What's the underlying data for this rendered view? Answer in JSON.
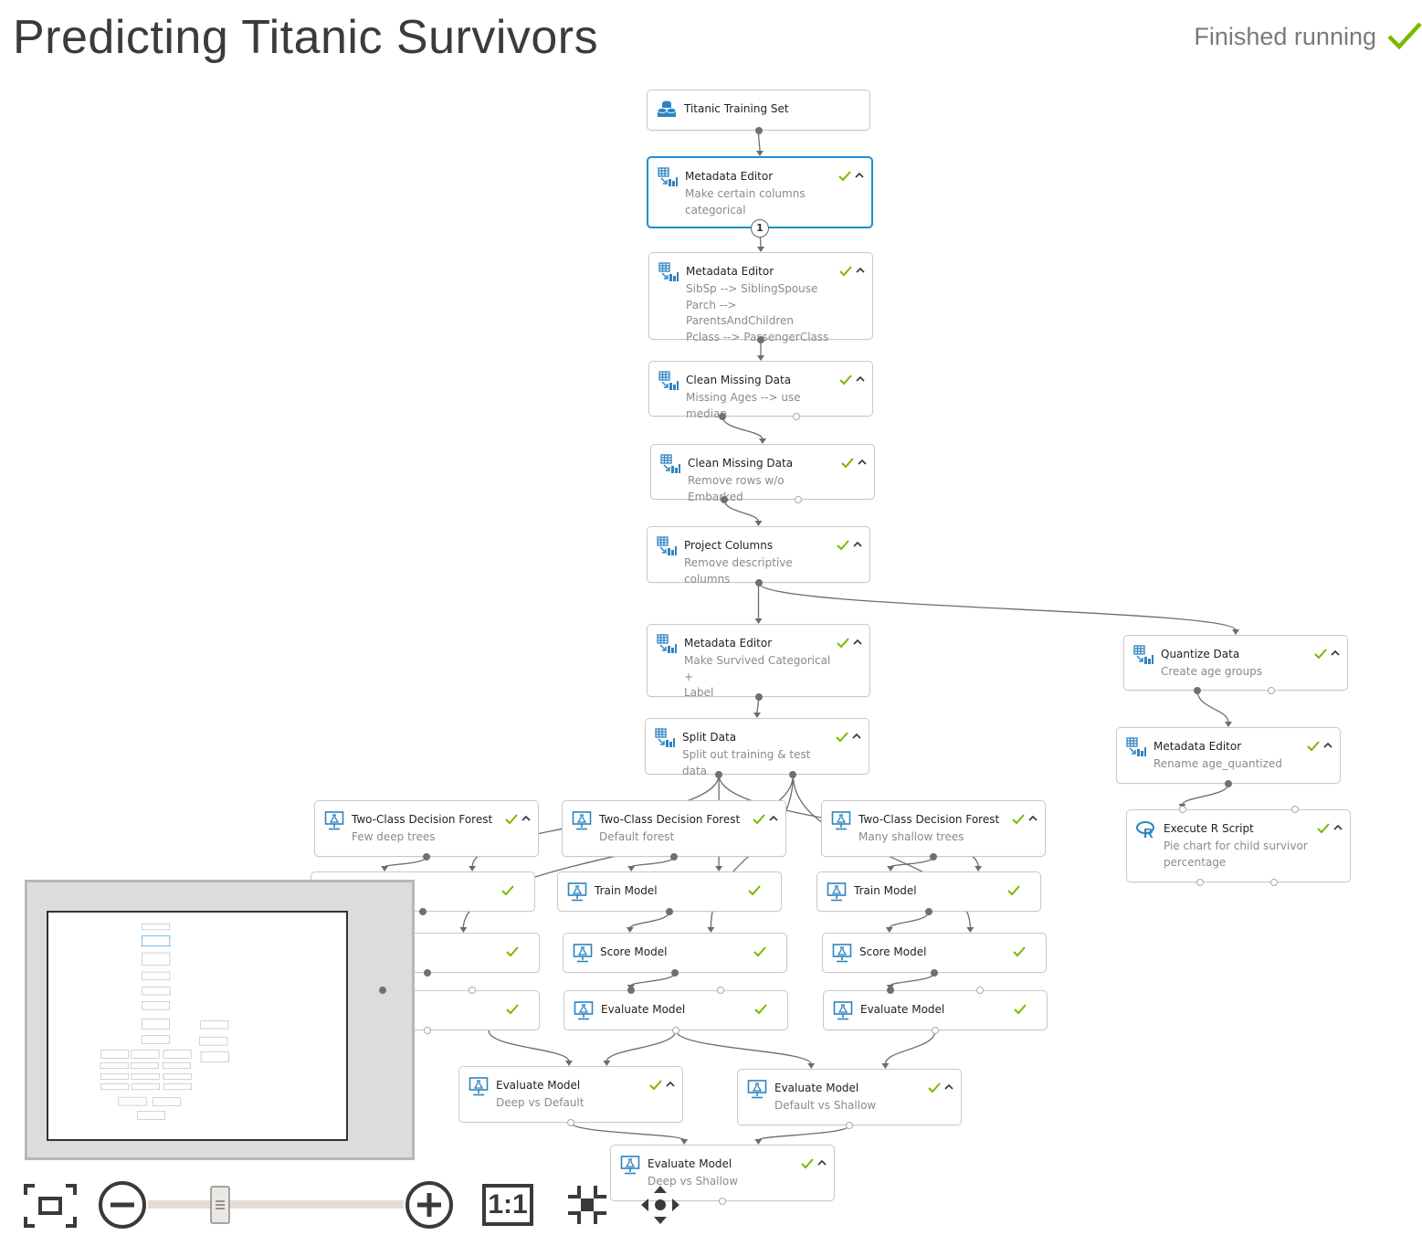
{
  "header": {
    "title": "Predicting Titanic Survivors",
    "status_text": "Finished running"
  },
  "colors": {
    "accent_blue": "#1e8fd5",
    "check_green": "#7ab800",
    "module_icon": "#2e84c2"
  },
  "modules": [
    {
      "id": "m1",
      "icon": "dataset-icon",
      "title": "Titanic Training Set",
      "subtitle": [],
      "check": false,
      "collapse": false,
      "selected": false
    },
    {
      "id": "m2",
      "icon": "transform-icon",
      "title": "Metadata Editor",
      "subtitle": [
        "Make certain columns",
        "categorical"
      ],
      "check": true,
      "collapse": true,
      "selected": true,
      "badge": "1"
    },
    {
      "id": "m3",
      "icon": "transform-icon",
      "title": "Metadata Editor",
      "subtitle": [
        "SibSp --> SiblingSpouse",
        "Parch --> ParentsAndChildren",
        "Pclass --> PassengerClass"
      ],
      "check": true,
      "collapse": true,
      "selected": false
    },
    {
      "id": "m4",
      "icon": "transform-icon",
      "title": "Clean Missing Data",
      "subtitle": [
        "Missing Ages --> use median"
      ],
      "check": true,
      "collapse": true,
      "selected": false
    },
    {
      "id": "m5",
      "icon": "transform-icon",
      "title": "Clean Missing Data",
      "subtitle": [
        "Remove rows w/o Embarked"
      ],
      "check": true,
      "collapse": true,
      "selected": false
    },
    {
      "id": "m6",
      "icon": "transform-icon",
      "title": "Project Columns",
      "subtitle": [
        "Remove descriptive columns"
      ],
      "check": true,
      "collapse": true,
      "selected": false
    },
    {
      "id": "m7",
      "icon": "transform-icon",
      "title": "Metadata Editor",
      "subtitle": [
        "Make Survived Categorical +",
        "Label"
      ],
      "check": true,
      "collapse": true,
      "selected": false
    },
    {
      "id": "m8",
      "icon": "transform-icon",
      "title": "Split Data",
      "subtitle": [
        "Split out training & test data"
      ],
      "check": true,
      "collapse": true,
      "selected": false
    },
    {
      "id": "m9",
      "icon": "transform-icon",
      "title": "Quantize Data",
      "subtitle": [
        "Create age groups"
      ],
      "check": true,
      "collapse": true,
      "selected": false
    },
    {
      "id": "m10",
      "icon": "transform-icon",
      "title": "Metadata Editor",
      "subtitle": [
        "Rename age_quantized"
      ],
      "check": true,
      "collapse": true,
      "selected": false
    },
    {
      "id": "m11",
      "icon": "r-script-icon",
      "title": "Execute R Script",
      "subtitle": [
        "Pie chart for child survivor",
        "percentage"
      ],
      "check": true,
      "collapse": true,
      "selected": false
    },
    {
      "id": "m12",
      "icon": "model-icon",
      "title": "Two-Class Decision Forest",
      "subtitle": [
        "Few deep trees"
      ],
      "check": true,
      "collapse": true,
      "selected": false
    },
    {
      "id": "m13",
      "icon": "model-icon",
      "title": "Two-Class Decision Forest",
      "subtitle": [
        "Default forest"
      ],
      "check": true,
      "collapse": true,
      "selected": false
    },
    {
      "id": "m14",
      "icon": "model-icon",
      "title": "Two-Class Decision Forest",
      "subtitle": [
        "Many shallow trees"
      ],
      "check": true,
      "collapse": true,
      "selected": false
    },
    {
      "id": "m15",
      "icon": "model-icon",
      "title": "",
      "subtitle": [],
      "check": true,
      "collapse": false,
      "selected": false
    },
    {
      "id": "m16",
      "icon": "model-icon",
      "title": "Train Model",
      "subtitle": [],
      "check": true,
      "collapse": false,
      "selected": false
    },
    {
      "id": "m17",
      "icon": "model-icon",
      "title": "Train Model",
      "subtitle": [],
      "check": true,
      "collapse": false,
      "selected": false
    },
    {
      "id": "m18",
      "icon": "model-icon",
      "title": "",
      "subtitle": [],
      "check": true,
      "collapse": false,
      "selected": false
    },
    {
      "id": "m19",
      "icon": "model-icon",
      "title": "Score Model",
      "subtitle": [],
      "check": true,
      "collapse": false,
      "selected": false
    },
    {
      "id": "m20",
      "icon": "model-icon",
      "title": "Score Model",
      "subtitle": [],
      "check": true,
      "collapse": false,
      "selected": false
    },
    {
      "id": "m21",
      "icon": "model-icon",
      "title": "del",
      "subtitle": [],
      "check": true,
      "collapse": false,
      "selected": false
    },
    {
      "id": "m22",
      "icon": "model-icon",
      "title": "Evaluate Model",
      "subtitle": [],
      "check": true,
      "collapse": false,
      "selected": false
    },
    {
      "id": "m23",
      "icon": "model-icon",
      "title": "Evaluate Model",
      "subtitle": [],
      "check": true,
      "collapse": false,
      "selected": false
    },
    {
      "id": "m24",
      "icon": "model-icon",
      "title": "Evaluate Model",
      "subtitle": [
        "Deep vs Default"
      ],
      "check": true,
      "collapse": true,
      "selected": false
    },
    {
      "id": "m25",
      "icon": "model-icon",
      "title": "Evaluate Model",
      "subtitle": [
        "Default vs Shallow"
      ],
      "check": true,
      "collapse": true,
      "selected": false
    },
    {
      "id": "m26",
      "icon": "model-icon",
      "title": "Evaluate Model",
      "subtitle": [
        "Deep vs Shallow"
      ],
      "check": true,
      "collapse": true,
      "selected": false
    }
  ],
  "toolbar": {
    "fit_icon": "fit-to-screen-icon",
    "zoom_out_icon": "zoom-out-icon",
    "zoom_slider_icon": "zoom-slider-handle",
    "zoom_in_icon": "zoom-in-icon",
    "actual_size_label": "1:1",
    "collapse_icon": "collapse-all-icon",
    "pan_icon": "pan-icon"
  }
}
